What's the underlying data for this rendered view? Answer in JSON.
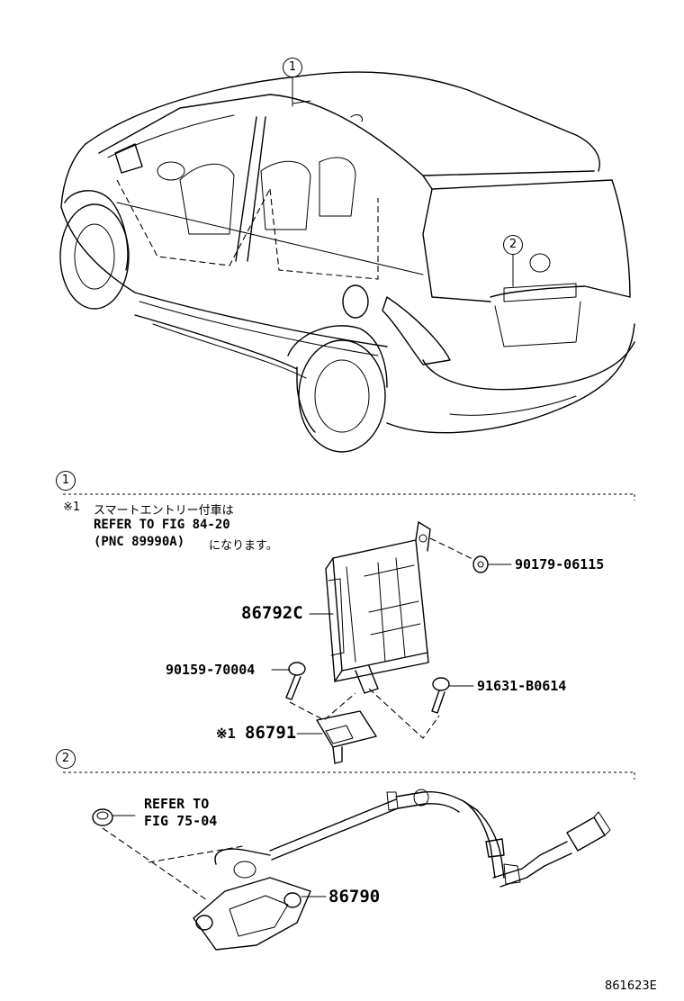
{
  "callouts": {
    "one": "1",
    "two": "2"
  },
  "sections": {
    "s1": {
      "marker": "1",
      "note_mark": "※1",
      "note_line1": "スマートエントリー付車は",
      "note_line2": "REFER TO FIG 84-20",
      "note_line3_code": "(PNC 89990A)",
      "note_line3_tail": "になります。",
      "parts": {
        "p90179": "90179-06115",
        "p86792C": "86792C",
        "p90159": "90159-70004",
        "p91631": "91631-B0614",
        "p86791_mark": "※1",
        "p86791": "86791"
      }
    },
    "s2": {
      "marker": "2",
      "refer_line1": "REFER TO",
      "refer_line2": "FIG 75-04",
      "p86790": "86790"
    }
  },
  "figure_code": "861623E"
}
